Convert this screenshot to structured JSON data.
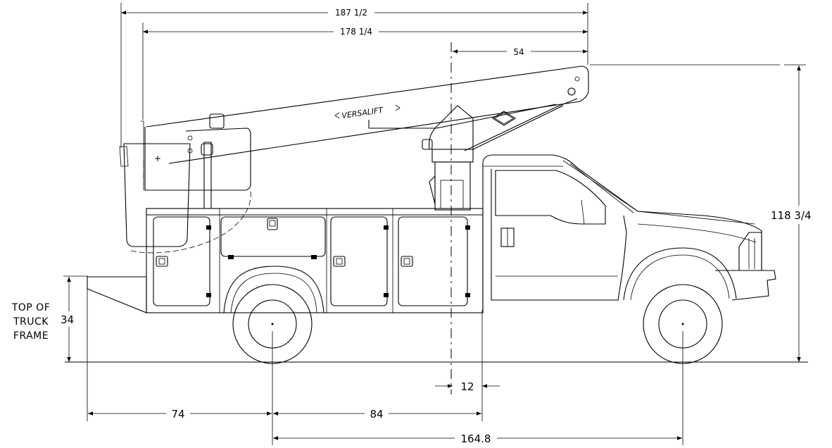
{
  "dimensions": {
    "overall_length": "187 1/2",
    "bucket_to_tip": "178 1/4",
    "pedestal_to_tip": "54",
    "overall_height": "118 3/4",
    "frame_height": "34",
    "pedestal_offset": "12",
    "rear_overhang": "74",
    "axle_to_pedestal": "84",
    "wheelbase": "164.8"
  },
  "labels": {
    "frame_line1": "TOP OF",
    "frame_line2": "TRUCK",
    "frame_line3": "FRAME",
    "boom_brand": "VERSALIFT",
    "emblem": "VERSALIFT"
  }
}
